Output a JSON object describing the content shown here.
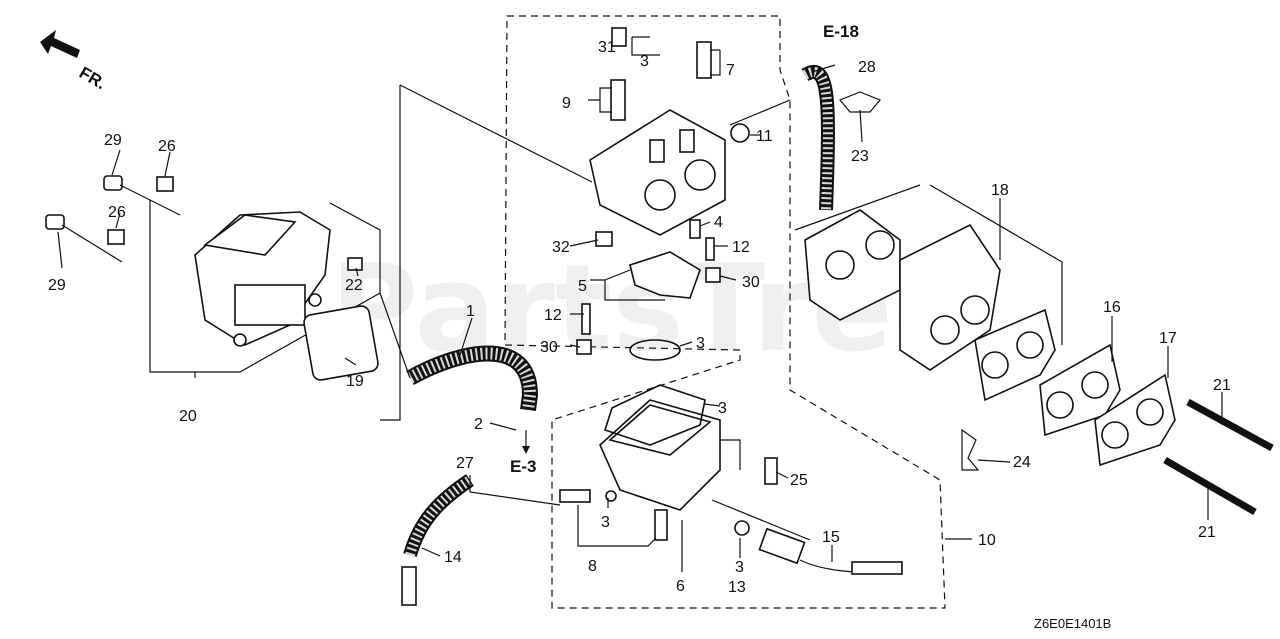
{
  "direction_label": "FR.",
  "refs": {
    "e18": "E-18",
    "e3": "E-3"
  },
  "diagram_code": "Z6E0E1401B",
  "watermark": {
    "text": "PartsTree",
    "tm": "TM"
  },
  "callouts": [
    "31",
    "3",
    "7",
    "9",
    "11",
    "28",
    "23",
    "29",
    "26",
    "26",
    "29",
    "22",
    "18",
    "4",
    "12",
    "32",
    "5",
    "30",
    "12",
    "30",
    "3",
    "1",
    "16",
    "17",
    "21",
    "19",
    "20",
    "2",
    "3",
    "27",
    "25",
    "24",
    "21",
    "3",
    "8",
    "14",
    "15",
    "10",
    "3",
    "13",
    "6"
  ]
}
